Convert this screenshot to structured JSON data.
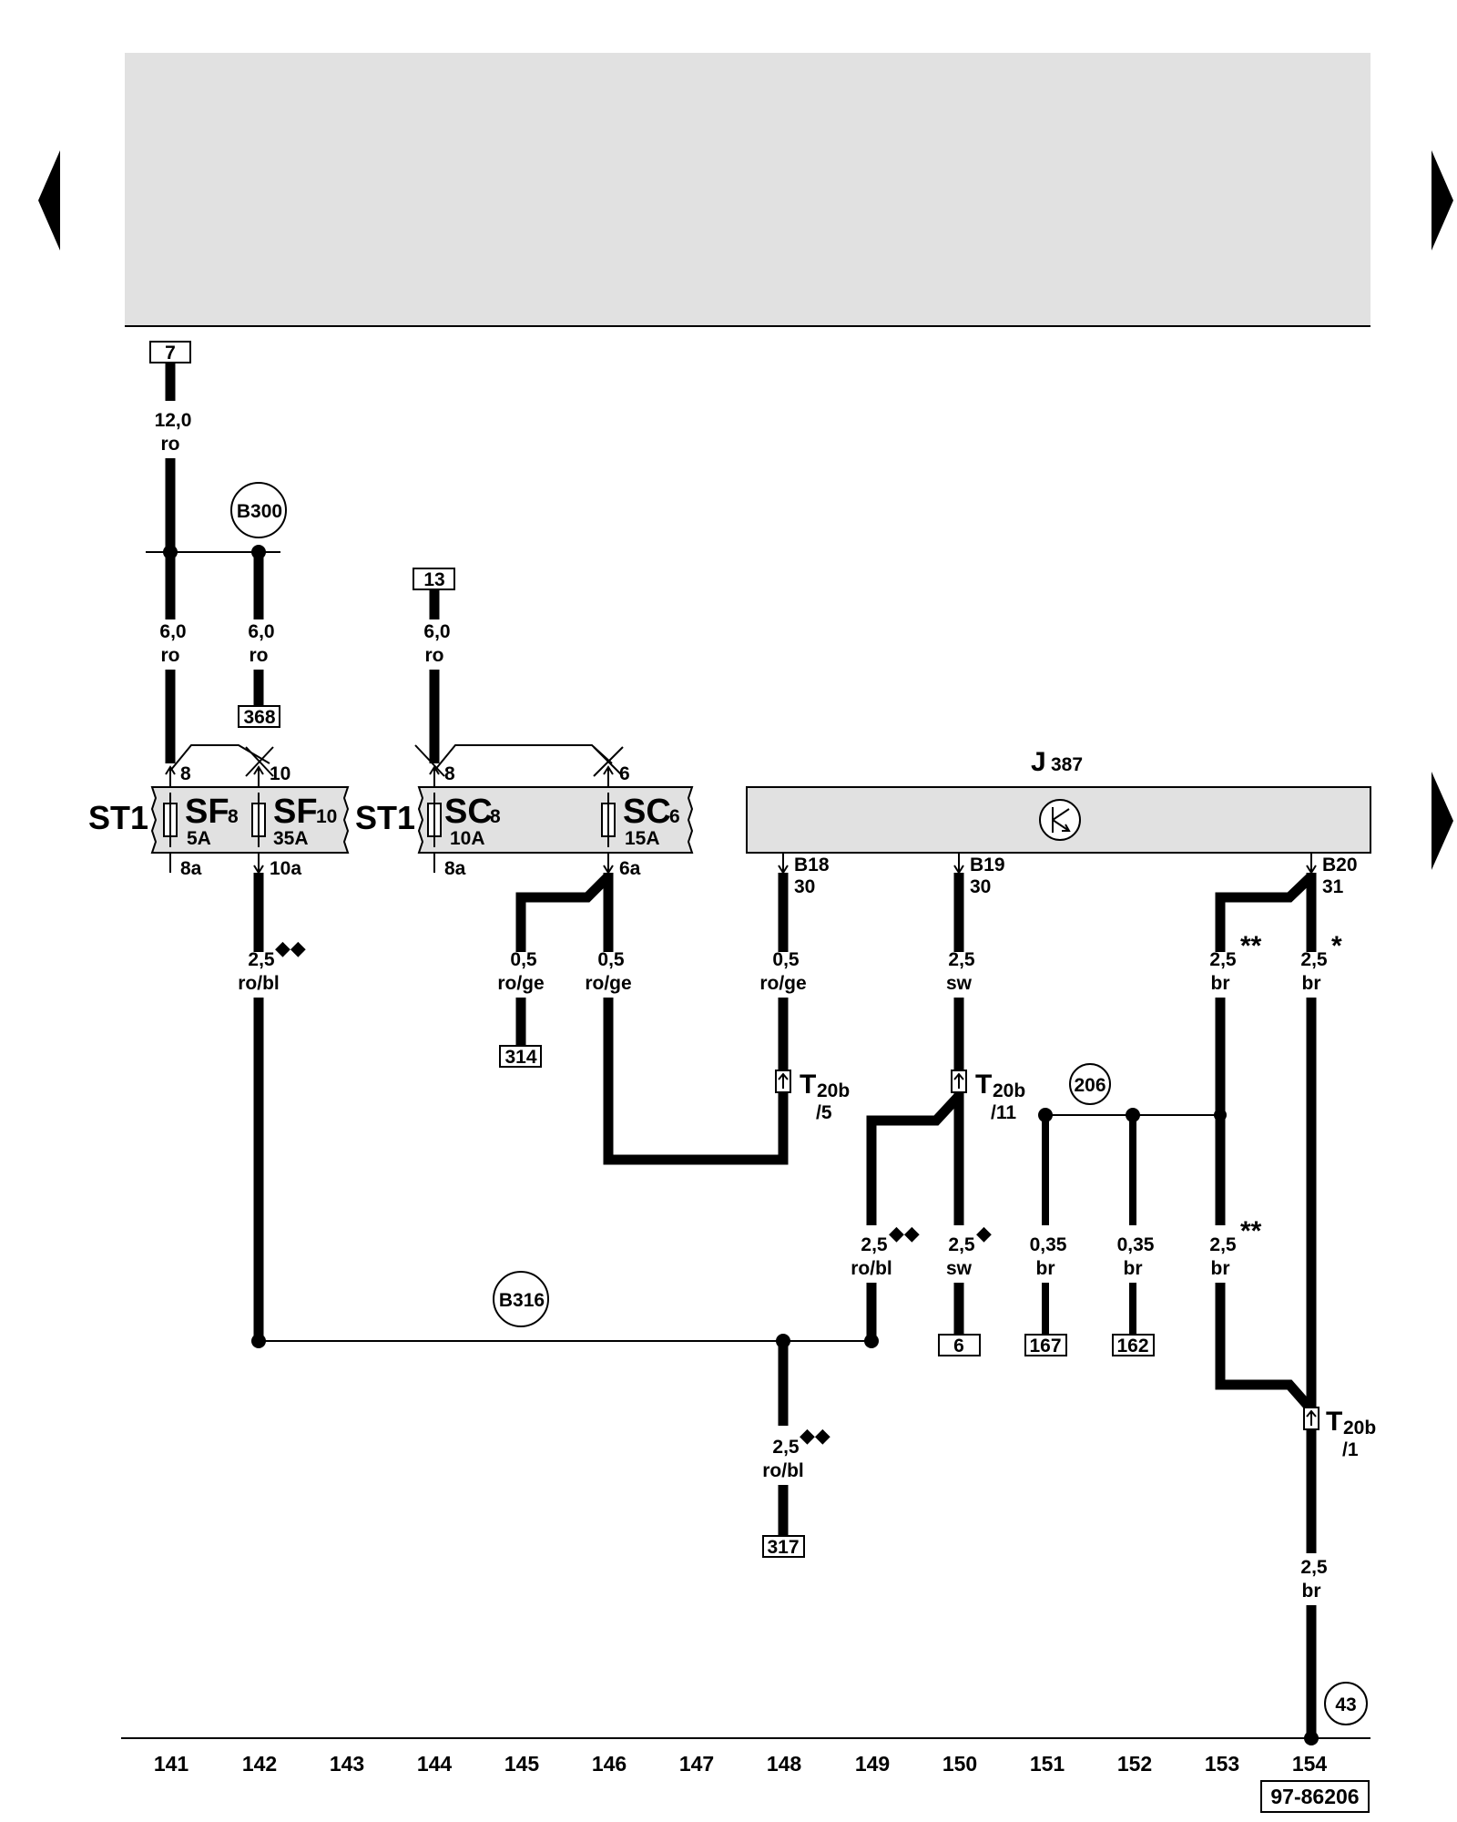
{
  "nav": {
    "prev_icon": "triangle-left",
    "next_icon": "triangle-right",
    "next_icon_2": "triangle-right"
  },
  "references": {
    "r7": "7",
    "r13": "13",
    "r368": "368",
    "r314": "314",
    "r6": "6",
    "r167": "167",
    "r162": "162",
    "r317": "317"
  },
  "grounds": {
    "b300": "B300",
    "b316": "B316",
    "g206": "206",
    "g43": "43"
  },
  "wires": {
    "w1_size": "12,0",
    "w1_color": "ro",
    "w2_size": "6,0",
    "w2_color": "ro",
    "w3_size": "6,0",
    "w3_color": "ro",
    "w4_size": "6,0",
    "w4_color": "ro",
    "w5_size": "2,5",
    "w5_color": "ro/bl",
    "w5_mark": "◆◆",
    "w6_size": "0,5",
    "w6_color": "ro/ge",
    "w7_size": "0,5",
    "w7_color": "ro/ge",
    "w8_size": "0,5",
    "w8_color": "ro/ge",
    "w9_size": "2,5",
    "w9_color": "sw",
    "w10_size": "2,5",
    "w10_color": "br",
    "w10_mark": "**",
    "w11_size": "2,5",
    "w11_color": "br",
    "w11_mark": "*",
    "w12_size": "2,5",
    "w12_color": "ro/bl",
    "w12_mark": "◆◆",
    "w13_size": "2,5",
    "w13_color": "sw",
    "w13_mark": "◆",
    "w14_size": "0,35",
    "w14_color": "br",
    "w15_size": "0,35",
    "w15_color": "br",
    "w16_size": "2,5",
    "w16_color": "br",
    "w16_mark": "**",
    "w17_size": "2,5",
    "w17_color": "ro/bl",
    "w17_mark": "◆◆",
    "w18_size": "2,5",
    "w18_color": "br"
  },
  "fuse_block_left": {
    "st": "ST1",
    "fuse1": "SF",
    "fuse1_no": "8",
    "fuse1_amp": "5A",
    "fuse2": "SF",
    "fuse2_no": "10",
    "fuse2_amp": "35A",
    "pin_in_1": "8",
    "pin_in_2": "10",
    "pin_out_1": "8a",
    "pin_out_2": "10a"
  },
  "fuse_block_right": {
    "st": "ST1",
    "fuse1": "SC",
    "fuse1_no": "8",
    "fuse1_amp": "10A",
    "fuse2": "SC",
    "fuse2_no": "6",
    "fuse2_amp": "15A",
    "pin_in_1": "8",
    "pin_in_2": "6",
    "pin_out_1": "8a",
    "pin_out_2": "6a"
  },
  "module": {
    "name": "J",
    "name_sub": "387",
    "p1": "B18",
    "p1b": "30",
    "p2": "B19",
    "p2b": "30",
    "p3": "B20",
    "p3b": "31"
  },
  "connectors": {
    "c1": "T",
    "c1_sub": "20b",
    "c1_pin": "/5",
    "c2": "T",
    "c2_sub": "20b",
    "c2_pin": "/11",
    "c3": "T",
    "c3_sub": "20b",
    "c3_pin": "/1"
  },
  "columns": [
    "141",
    "142",
    "143",
    "144",
    "145",
    "146",
    "147",
    "148",
    "149",
    "150",
    "151",
    "152",
    "153",
    "154"
  ],
  "doc_number": "97-86206"
}
